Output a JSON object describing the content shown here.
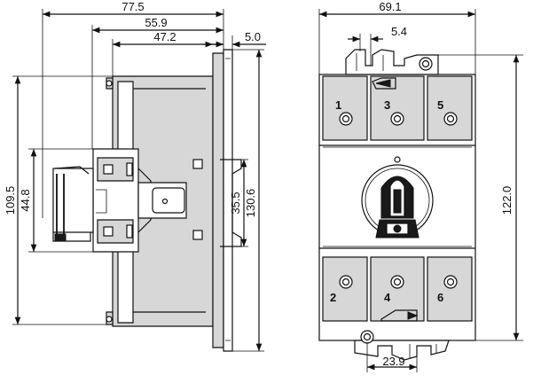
{
  "side_view": {
    "dimensions": {
      "width_total": "77.5",
      "width_mid": "55.9",
      "width_inner": "47.2",
      "rail_offset": "5.0",
      "height_outer": "109.5",
      "height_inner": "44.8",
      "height_rail": "35.5",
      "height_total": "130.6"
    }
  },
  "front_view": {
    "dimensions": {
      "width_total": "69.1",
      "terminal_pitch": "5.4",
      "height_total": "122.0",
      "mount_spacing": "23.9"
    },
    "terminals": {
      "top": [
        "1",
        "3",
        "5"
      ],
      "bottom": [
        "2",
        "4",
        "6"
      ]
    }
  }
}
